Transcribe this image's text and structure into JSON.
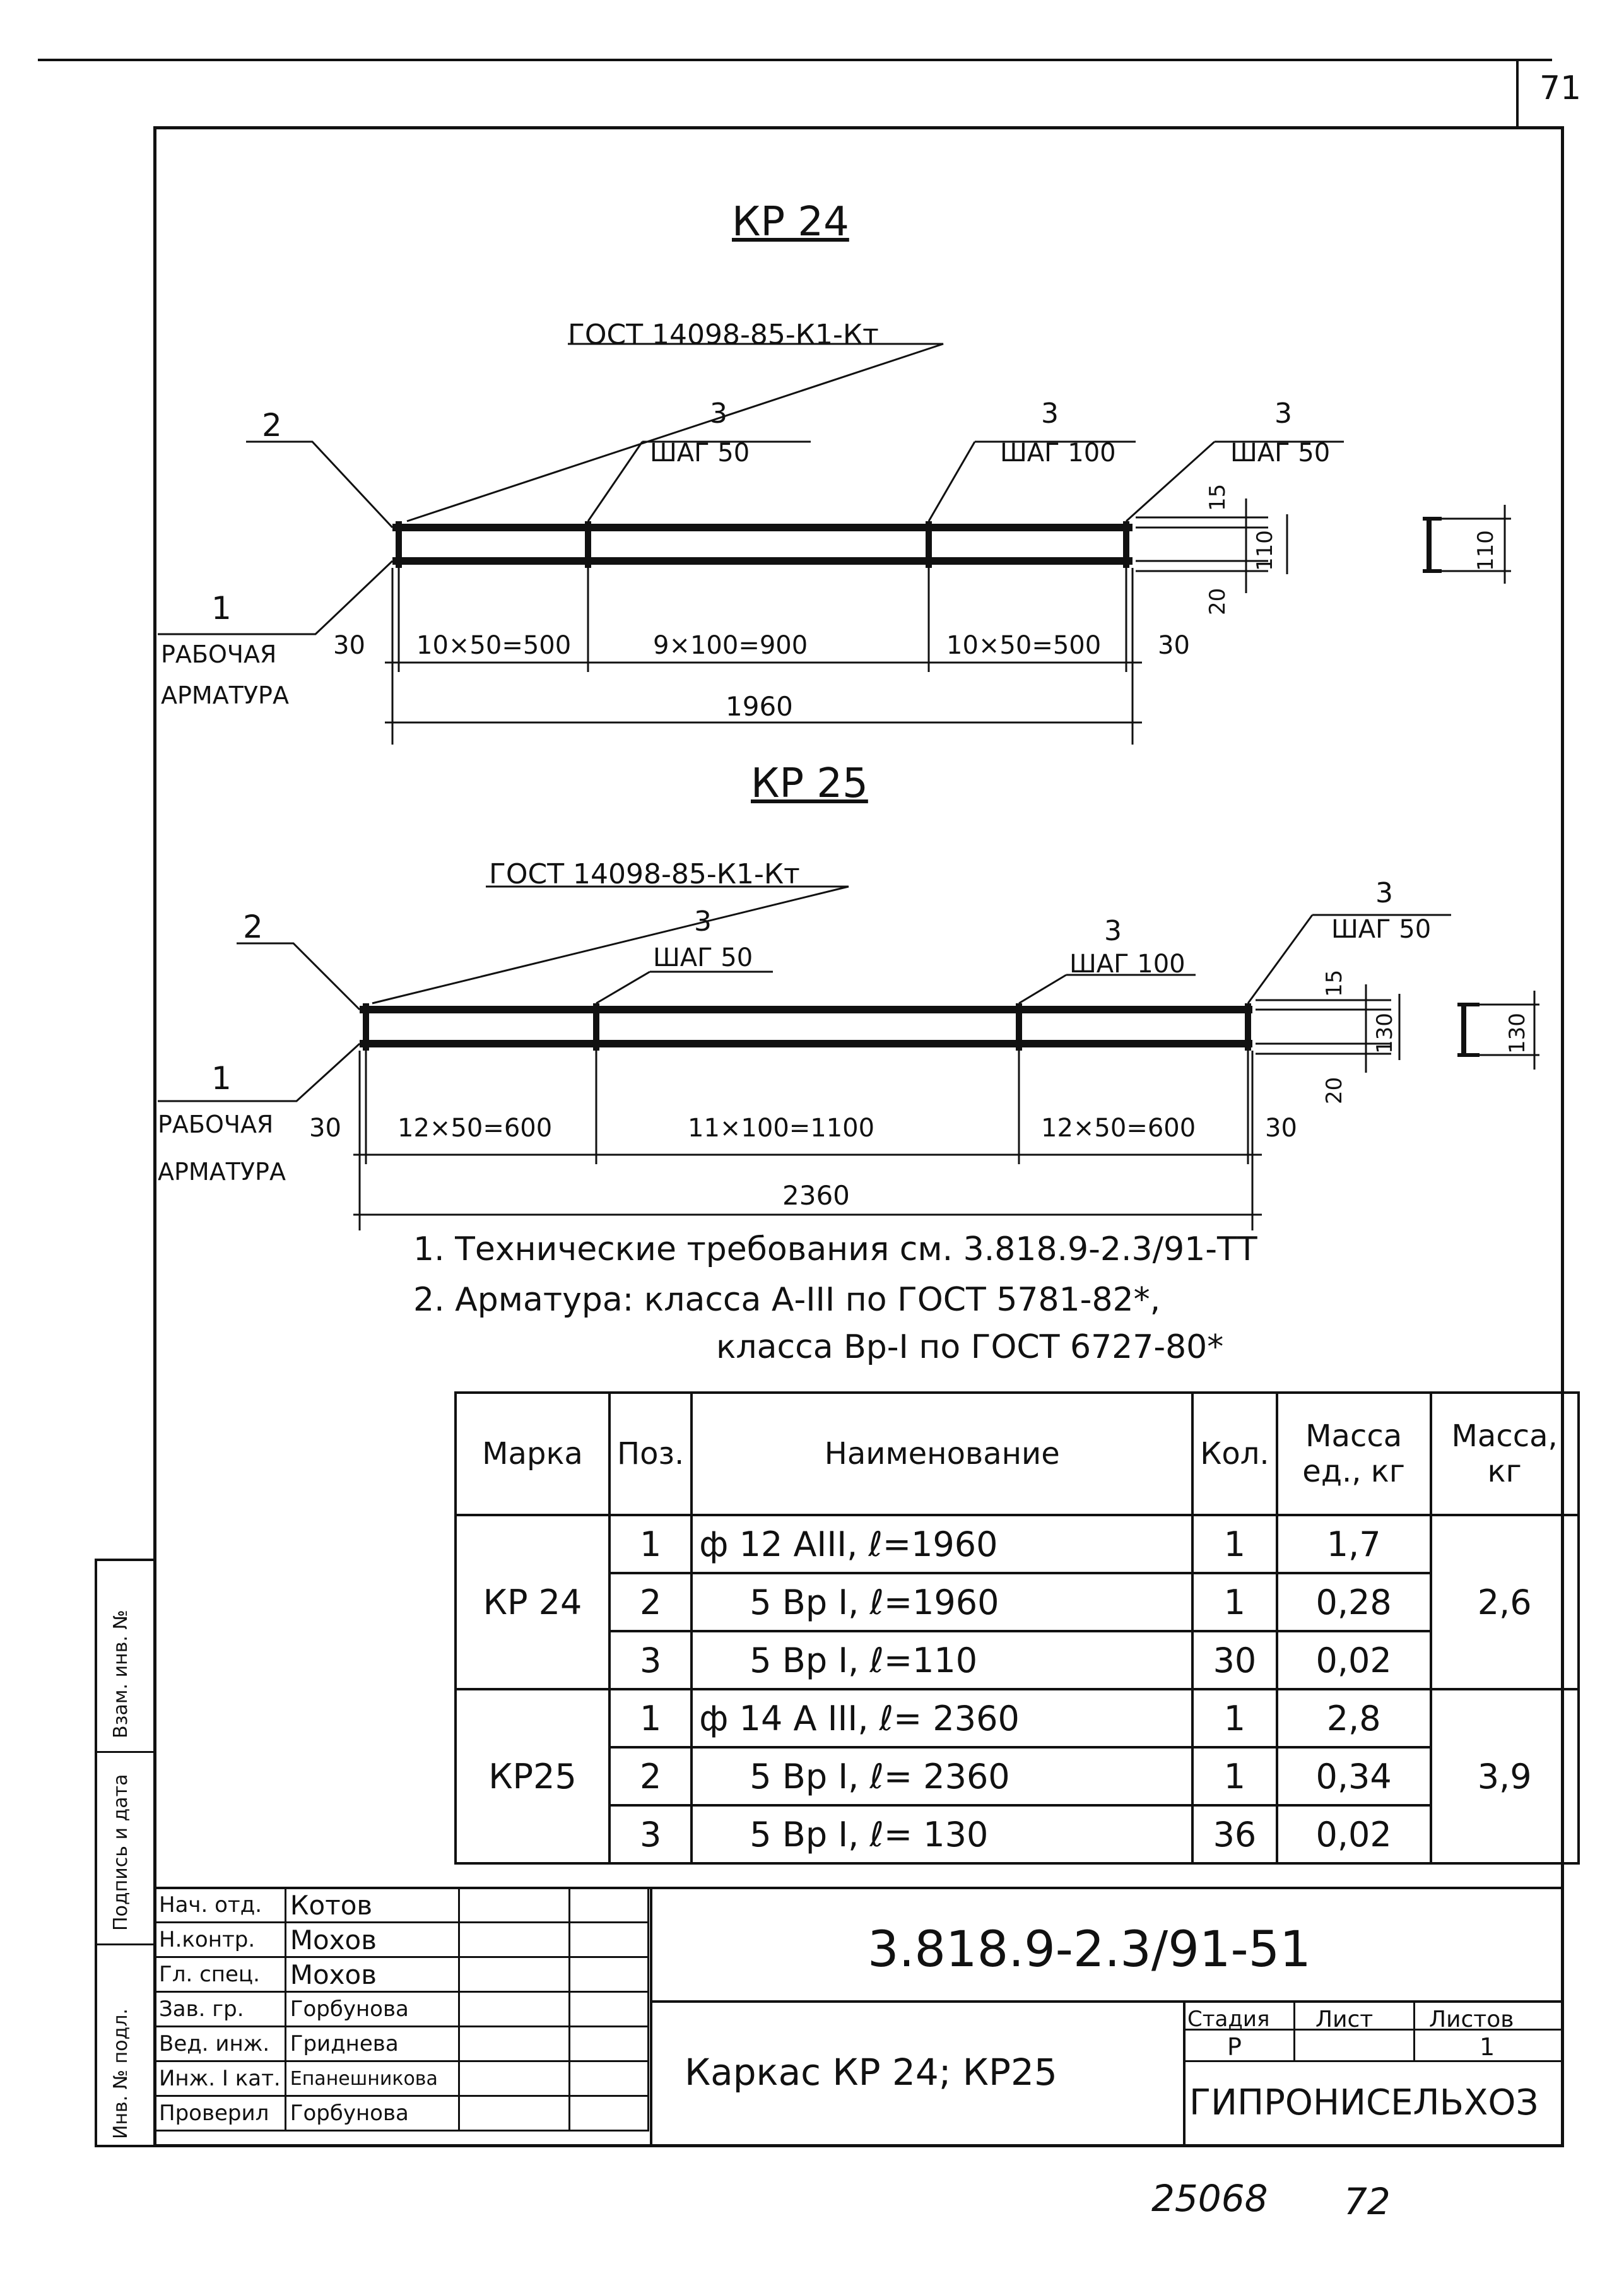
{
  "page_number": "71",
  "side_labels": [
    "Взам. инв. №",
    "Подпись и дата",
    "Инв. № подл."
  ],
  "kp24": {
    "title": "КР 24",
    "gost": "ГОСТ 14098-85-К1-Кт",
    "pos1": "1",
    "pos2": "2",
    "work_label_1": "РАБОЧАЯ",
    "work_label_2": "АРМАТУРА",
    "callouts": [
      {
        "pos": "3",
        "step": "ШАГ 50"
      },
      {
        "pos": "3",
        "step": "ШАГ 100"
      },
      {
        "pos": "3",
        "step": "ШАГ 50"
      }
    ],
    "dims": [
      "30",
      "10×50=500",
      "9×100=900",
      "10×50=500",
      "30"
    ],
    "total": "1960",
    "side_dims": [
      "15",
      "110",
      "20"
    ],
    "section_dim": "110"
  },
  "kp25": {
    "title": "КР 25",
    "gost": "ГОСТ 14098-85-К1-Кт",
    "pos1": "1",
    "pos2": "2",
    "work_label_1": "РАБОЧАЯ",
    "work_label_2": "АРМАТУРА",
    "callouts": [
      {
        "pos": "3",
        "step": "ШАГ 50"
      },
      {
        "pos": "3",
        "step": "ШАГ 100"
      },
      {
        "pos": "3",
        "step": "ШАГ 50"
      }
    ],
    "dims": [
      "30",
      "12×50=600",
      "11×100=1100",
      "12×50=600",
      "30"
    ],
    "total": "2360",
    "side_dims": [
      "15",
      "130",
      "20"
    ],
    "section_dim": "130"
  },
  "notes": {
    "note1": "1. Технические требования см. 3.818.9-2.3/91-ТТ",
    "note2a": "2. Арматура: класса А-III по ГОСТ 5781-82*,",
    "note2b": "класса Вр-I по ГОСТ 6727-80*"
  },
  "spec_table": {
    "headers": {
      "mark": "Марка",
      "pos": "Поз.",
      "name": "Наименование",
      "qty": "Кол.",
      "unit_mass": "Масса ед., кг",
      "mass": "Масса, кг"
    },
    "groups": [
      {
        "mark": "КР 24",
        "mass": "2,6",
        "rows": [
          {
            "pos": "1",
            "name": "ф 12 АIII,  ℓ=1960",
            "qty": "1",
            "unit_mass": "1,7"
          },
          {
            "pos": "2",
            "name": "5 Вр I,  ℓ=1960",
            "qty": "1",
            "unit_mass": "0,28"
          },
          {
            "pos": "3",
            "name": "5 Вр I,  ℓ=110",
            "qty": "30",
            "unit_mass": "0,02"
          }
        ]
      },
      {
        "mark": "КР25",
        "mass": "3,9",
        "rows": [
          {
            "pos": "1",
            "name": "ф 14 А III,  ℓ= 2360",
            "qty": "1",
            "unit_mass": "2,8"
          },
          {
            "pos": "2",
            "name": "5 Вр I,  ℓ= 2360",
            "qty": "1",
            "unit_mass": "0,34"
          },
          {
            "pos": "3",
            "name": "5 Вр I,  ℓ= 130",
            "qty": "36",
            "unit_mass": "0,02"
          }
        ]
      }
    ]
  },
  "title_block": {
    "doc_code": "3.818.9-2.3/91-51",
    "title": "Каркас КР 24; КР25",
    "stage_label": "Стадия",
    "sheet_label": "Лист",
    "sheets_label": "Листов",
    "stage": "Р",
    "sheet": "",
    "sheets": "1",
    "org": "ГИПРОНИСЕЛЬХОЗ",
    "people": [
      {
        "role": "Нач. отд.",
        "name": "Котов"
      },
      {
        "role": "Н.контр.",
        "name": "Мохов"
      },
      {
        "role": "Гл. спец.",
        "name": "Мохов"
      },
      {
        "role": "Зав. гр.",
        "name": "Горбунова"
      },
      {
        "role": "Вед. инж.",
        "name": "Гриднева"
      },
      {
        "role": "Инж. I кат.",
        "name": "Епанешникова"
      },
      {
        "role": "Проверил",
        "name": "Горбунова"
      }
    ]
  },
  "footer": {
    "archive_no": "25068",
    "page_no": "72"
  }
}
